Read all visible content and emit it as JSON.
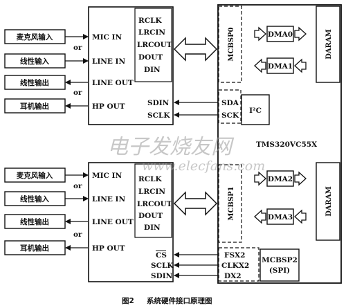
{
  "codec_top": {
    "inputs": [
      "麦克风输入",
      "线性输入",
      "线性输出",
      "耳机输出"
    ],
    "or_labels": [
      "or",
      "or"
    ],
    "pins": [
      "MIC IN",
      "LINE IN",
      "LINE OUT",
      "HP OUT"
    ],
    "bus_pins": [
      "RCLK",
      "LRCIN",
      "LRCOUT",
      "DOUT",
      "DIN"
    ],
    "ctrl_pins": [
      "SDIN",
      "SCLK"
    ]
  },
  "codec_bottom": {
    "inputs": [
      "麦克风输入",
      "线性输入",
      "线性输出",
      "耳机输出"
    ],
    "or_labels": [
      "or",
      "or"
    ],
    "pins": [
      "MIC IN",
      "LINE IN",
      "LINE OUT",
      "HP OUT"
    ],
    "bus_pins": [
      "RCLK",
      "LRCIN",
      "LRCOUT",
      "DOUT",
      "DIN"
    ],
    "ctrl_pins": [
      "CS",
      "SCLK",
      "SDIN"
    ]
  },
  "dsp": {
    "name": "TMS320VC55X",
    "mcbsp0": "MCBSP0",
    "mcbsp1": "MCBSP1",
    "mcbsp2": "MCBSP2",
    "mcbsp2_sub": "(SPI)",
    "dma": [
      "DMA0",
      "DMA1",
      "DMA2",
      "DMA3"
    ],
    "daram": "DARAM",
    "i2c_pins": [
      "SDA",
      "SCK"
    ],
    "i2c_label": "I²C",
    "spi_pins": [
      "FSX2",
      "CLKX2",
      "DX2"
    ]
  },
  "watermark": {
    "cn": "电子发烧友网",
    "url": "www.elecfans.com"
  },
  "caption": {
    "num": "图2",
    "text": "系统硬件接口原理图"
  }
}
